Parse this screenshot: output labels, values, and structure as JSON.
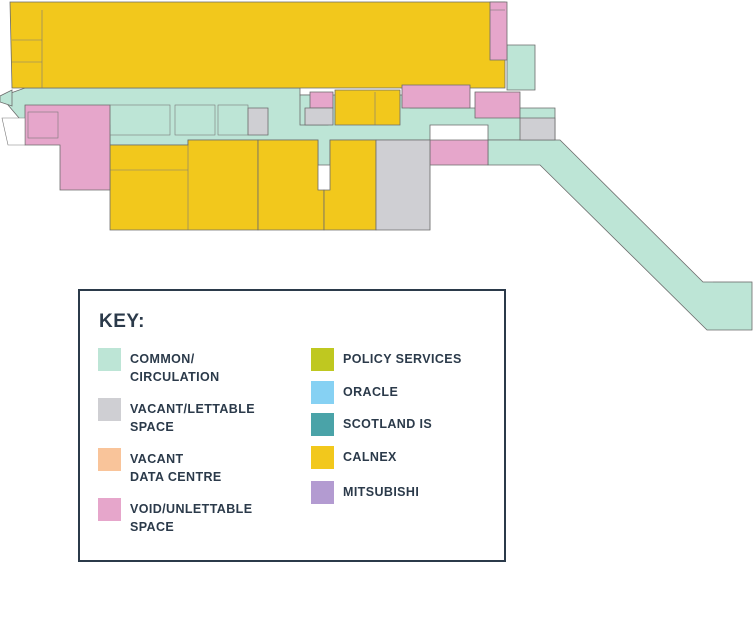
{
  "key": {
    "title": "KEY:",
    "items": [
      {
        "label": "COMMON/\nCIRCULATION",
        "color": "#bde5d6"
      },
      {
        "label": "VACANT/LETTABLE\nSPACE",
        "color": "#cfcfd3"
      },
      {
        "label": "VACANT\nDATA CENTRE",
        "color": "#f9c49a"
      },
      {
        "label": "VOID/UNLETTABLE\nSPACE",
        "color": "#e6a6cb"
      },
      {
        "label": "POLICY SERVICES",
        "color": "#bfc820"
      },
      {
        "label": "ORACLE",
        "color": "#86d1f3"
      },
      {
        "label": "SCOTLAND IS",
        "color": "#4aa3a8"
      },
      {
        "label": "CALNEX",
        "color": "#f2c81c"
      },
      {
        "label": "MITSUBISHI",
        "color": "#b39bd1"
      }
    ]
  },
  "colors": {
    "common": "#bde5d6",
    "vacant": "#cfcfd3",
    "void": "#e6a6cb",
    "calnex": "#f2c81c",
    "wall": "#6b6b6b"
  }
}
